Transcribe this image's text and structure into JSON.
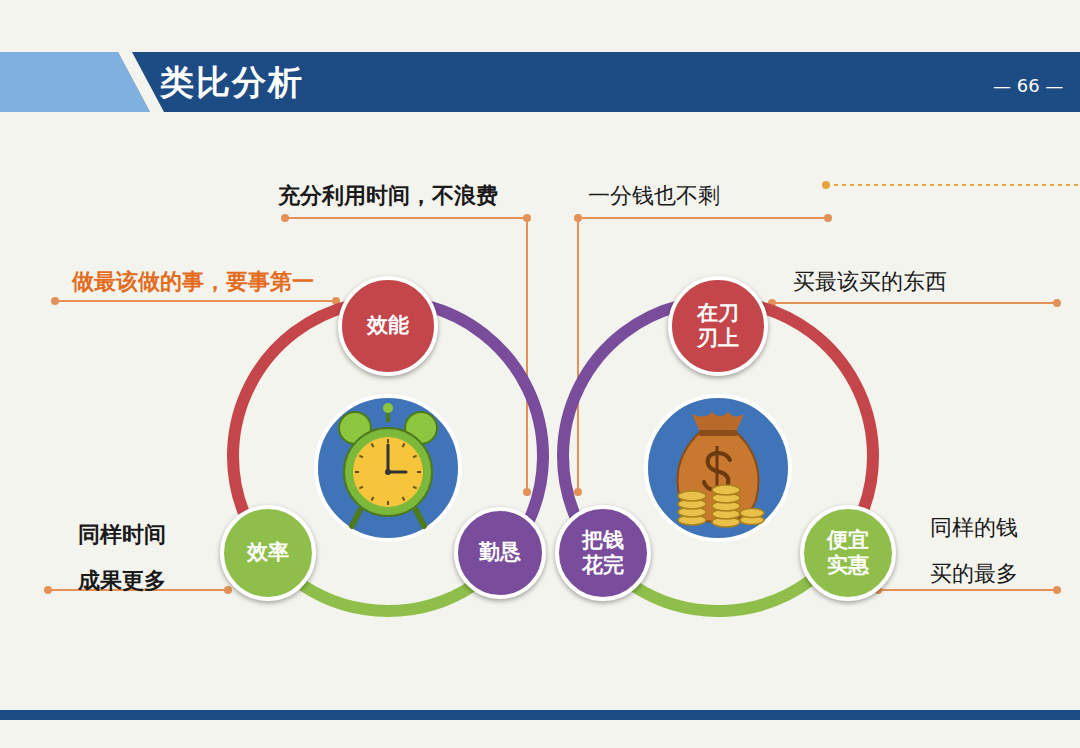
{
  "diagram": {
    "title": "类比分析",
    "nodes": [
      {
        "text": [
          "效能"
        ]
      },
      {
        "text": [
          "效率"
        ]
      },
      {
        "text": [
          "勤恳"
        ]
      },
      {
        "text": [
          "在刀刃上"
        ]
      },
      {
        "text": [
          "把钱花完"
        ]
      },
      {
        "text": [
          "便宜实惠"
        ]
      }
    ],
    "edges": [
      {
        "from": 0,
        "to": 2,
        "arrow": "none"
      },
      {
        "from": 2,
        "to": 1,
        "arrow": "none"
      },
      {
        "from": 1,
        "to": 0,
        "arrow": "none"
      },
      {
        "from": 4,
        "to": 3,
        "arrow": "none"
      },
      {
        "from": 3,
        "to": 5,
        "arrow": "none"
      },
      {
        "from": 5,
        "to": 4,
        "arrow": "none"
      }
    ],
    "labels": [
      "— 66 —",
      "做最该做的事，要事第一",
      "充分利用时间，不浪费",
      "同样时间 成果更多",
      "一分钱也不剩",
      "买最该买的东西",
      "同样的钱 买的最多"
    ]
  }
}
